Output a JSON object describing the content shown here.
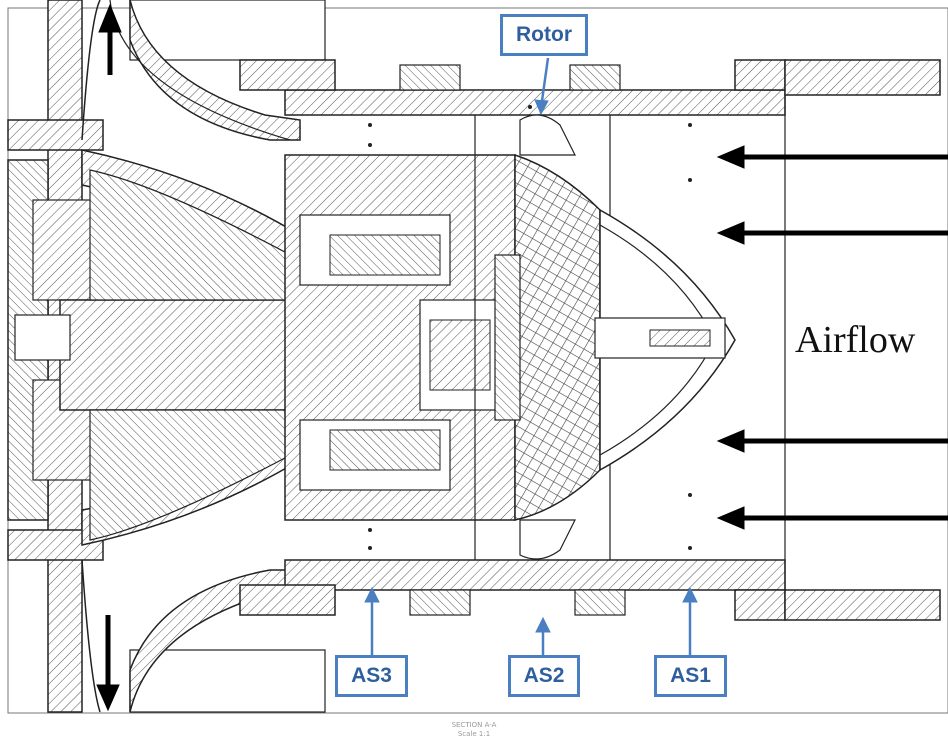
{
  "labels": {
    "rotor": "Rotor",
    "as1": "AS1",
    "as2": "AS2",
    "as3": "AS3",
    "airflow": "Airflow"
  },
  "caption": {
    "line1": "SECTION A-A",
    "line2": "Scale 1:1"
  },
  "colors": {
    "callout": "#4a7fc1",
    "callout_text": "#2f5f9e",
    "line": "#1a1a1a",
    "hatch": "#555555"
  }
}
